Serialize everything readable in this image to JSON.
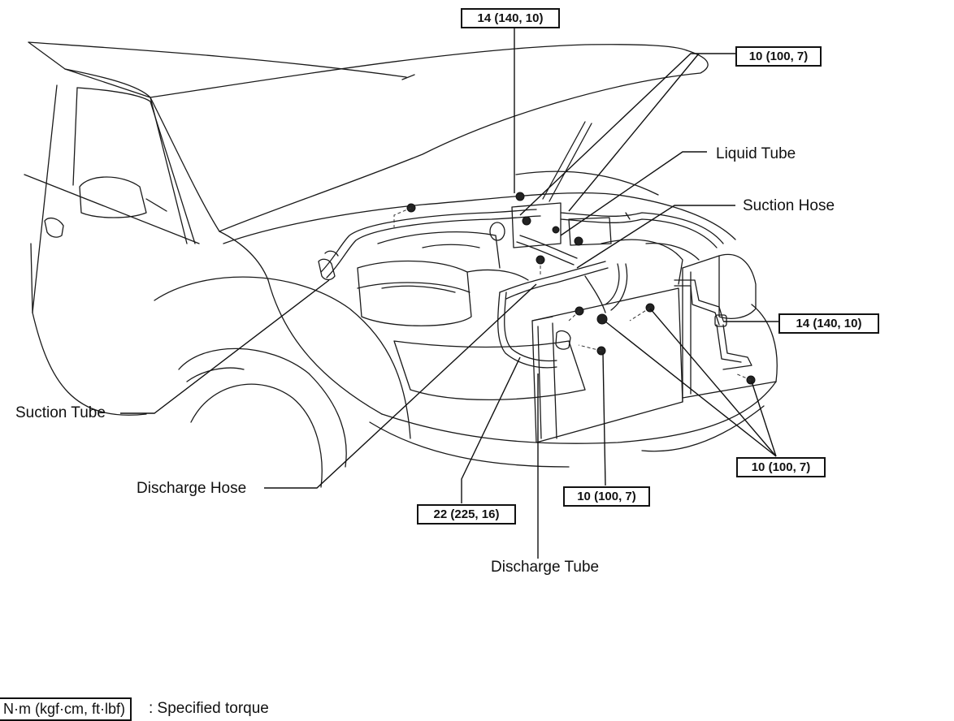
{
  "torque_labels": {
    "top": "14 (140, 10)",
    "top_right": "10 (100, 7)",
    "right_mid": "14 (140, 10)",
    "right_low": "10 (100, 7)",
    "center_low": "10 (100, 7)",
    "lower_left": "22 (225, 16)"
  },
  "part_labels": {
    "liquid_tube": "Liquid Tube",
    "suction_hose": "Suction Hose",
    "suction_tube": "Suction Tube",
    "discharge_hose": "Discharge Hose",
    "discharge_tube": "Discharge Tube"
  },
  "legend": {
    "unit_box": "N·m (kgf·cm, ft·lbf)",
    "description": ": Specified torque"
  }
}
